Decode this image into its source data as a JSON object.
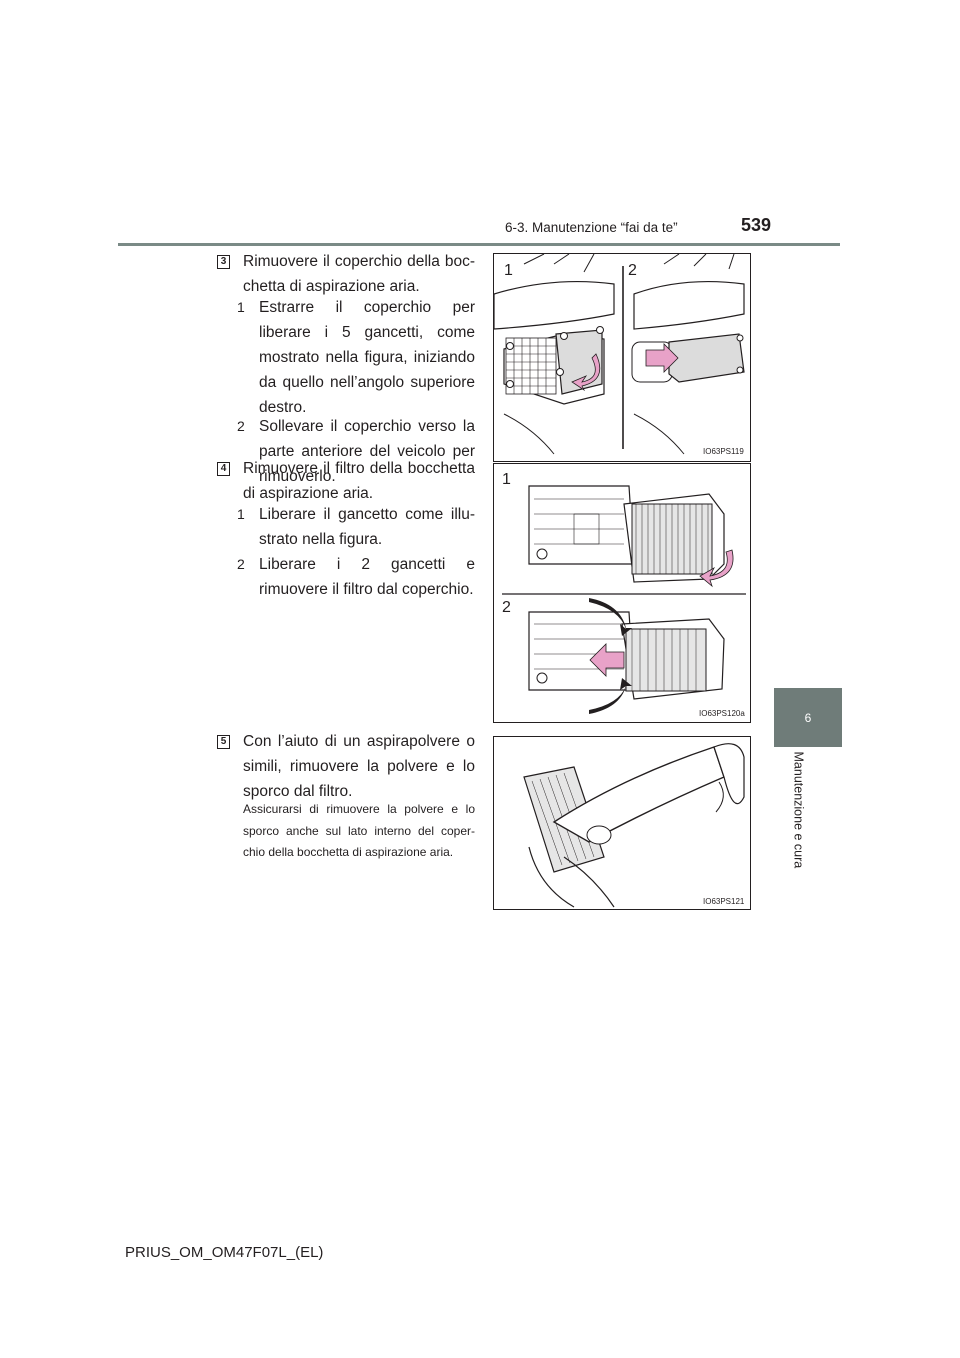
{
  "header": {
    "section": "6-3. Manutenzione “fai da te”",
    "page_number": "539"
  },
  "side_tab": {
    "chapter_number": "6",
    "chapter_title": "Manutenzione e cura"
  },
  "steps": [
    {
      "number": "3",
      "text": "Rimuovere il coperchio della boc-chetta di aspirazione aria.",
      "line1": "Rimuovere il coperchio della boc-",
      "line2": "chetta di aspirazione aria.",
      "substeps": [
        {
          "number": "1",
          "text": "Estrarre il coperchio per liberare i 5 gancetti, come mostrato nella figura, iniziando da quello nell’angolo superiore destro."
        },
        {
          "number": "2",
          "text": "Sollevare il coperchio verso la parte anteriore del veicolo per rimuoverlo."
        }
      ],
      "figure": {
        "code": "IO63PS119",
        "callouts": [
          "1",
          "2"
        ]
      }
    },
    {
      "number": "4",
      "text": "Rimuovere il filtro della bocchetta di aspirazione aria.",
      "line1": "Rimuovere il filtro della bocchetta",
      "line2": "di aspirazione aria.",
      "substeps": [
        {
          "number": "1",
          "text": "Liberare il gancetto come illu-strato nella figura."
        },
        {
          "number": "2",
          "text": "Liberare i 2 gancetti e rimuovere il filtro dal coperchio."
        }
      ],
      "figure": {
        "code": "IO63PS120a",
        "callouts": [
          "1",
          "2"
        ]
      }
    },
    {
      "number": "5",
      "text": "Con l’aiuto di un aspirapolvere o simili, rimuovere la polvere e lo sporco dal filtro.",
      "note": "Assicurarsi di rimuovere la polvere e lo sporco anche sul lato interno del coper-chio della bocchetta di aspirazione aria.",
      "figure": {
        "code": "IO63PS121"
      }
    }
  ],
  "footer": {
    "doc_code": "PRIUS_OM_OM47F07L_(EL)"
  },
  "colors": {
    "accent_gray": "#6f7c79",
    "rule": "#7a8a86",
    "arrow_pink": "#e8a2c8",
    "text": "#231f20"
  }
}
